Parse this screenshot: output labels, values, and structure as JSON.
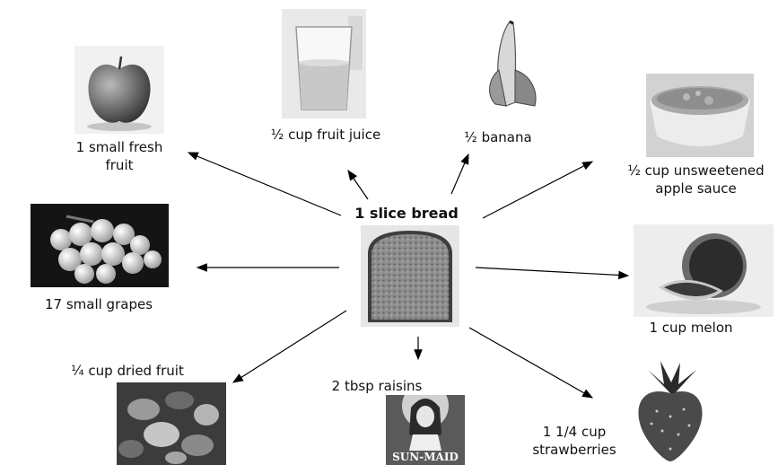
{
  "center": {
    "label": "1 slice bread"
  },
  "items": [
    {
      "id": "fresh-fruit",
      "label_lines": [
        "1 small fresh",
        "fruit"
      ]
    },
    {
      "id": "fruit-juice",
      "label_lines": [
        "½ cup fruit juice"
      ]
    },
    {
      "id": "banana",
      "label_lines": [
        "½ banana"
      ]
    },
    {
      "id": "apple-sauce",
      "label_lines": [
        "½ cup unsweetened",
        "apple sauce"
      ]
    },
    {
      "id": "grapes",
      "label_lines": [
        "17 small grapes"
      ]
    },
    {
      "id": "melon",
      "label_lines": [
        "1 cup melon"
      ]
    },
    {
      "id": "dried-fruit",
      "label_lines": [
        "¼ cup dried fruit"
      ]
    },
    {
      "id": "raisins",
      "label_lines": [
        "2 tbsp raisins"
      ]
    },
    {
      "id": "strawberries",
      "label_lines": [
        "1 1/4 cup",
        "strawberries"
      ]
    }
  ],
  "logos": {
    "raisin_box": "SUN-MAID"
  }
}
